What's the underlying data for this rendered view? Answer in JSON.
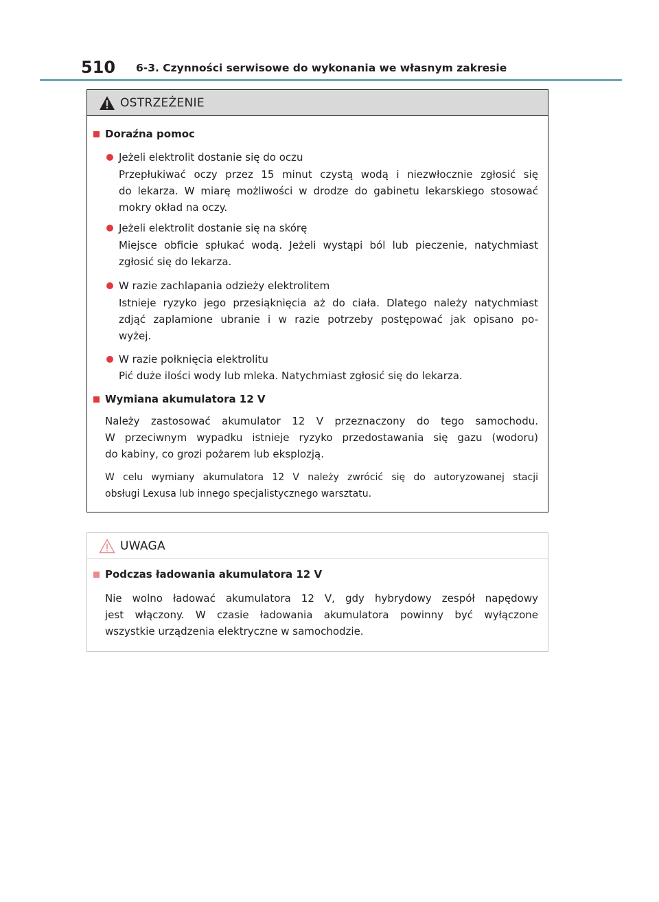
{
  "header": {
    "page_number": "510",
    "section_title": "6-3. Czynności serwisowe do wykonania we własnym zakresie"
  },
  "warning": {
    "title": "OSTRZEŻENIE",
    "first_aid": {
      "heading": "Doraźna pomoc",
      "items": [
        {
          "title": "Jeżeli elektrolit dostanie się do oczu",
          "lines": [
            "Przepłukiwać oczy przez 15 minut czystą wodą i niezwłocznie zgłosić się",
            "do lekarza. W miarę możliwości w drodze do gabinetu lekarskiego stosować",
            "mokry okład na oczy."
          ]
        },
        {
          "title": "Jeżeli elektrolit dostanie się na skórę",
          "lines": [
            "Miejsce obficie spłukać wodą. Jeżeli wystąpi ból lub pieczenie, natychmiast",
            "zgłosić się do lekarza."
          ]
        },
        {
          "title": "W razie zachlapania odzieży elektrolitem",
          "lines": [
            "Istnieje ryzyko jego przesiąknięcia aż do ciała. Dlatego należy natychmiast",
            "zdjąć zaplamione ubranie i w razie potrzeby postępować jak opisano po-",
            "wyżej."
          ]
        },
        {
          "title": "W razie połknięcia elektrolitu",
          "lines": [
            "Pić duże ilości wody lub mleka. Natychmiast zgłosić się do lekarza."
          ]
        }
      ]
    },
    "battery_replacement": {
      "heading": "Wymiana akumulatora 12 V",
      "paragraph1": [
        "Należy zastosować akumulator 12 V przeznaczony do tego samochodu.",
        "W przeciwnym wypadku istnieje ryzyko przedostawania się gazu (wodoru)",
        "do kabiny, co grozi pożarem lub eksplozją."
      ],
      "paragraph2": [
        "W celu wymiany akumulatora 12 V należy zwrócić się do autoryzowanej stacji",
        "obsługi Lexusa lub innego specjalistycznego warsztatu."
      ]
    }
  },
  "notice": {
    "title": "UWAGA",
    "heading": "Podczas ładowania akumulatora 12 V",
    "lines": [
      "Nie wolno ładować akumulatora 12 V, gdy hybrydowy zespół napędowy",
      "jest włączony. W czasie ładowania akumulatora powinny być wyłączone",
      "wszystkie urządzenia elektryczne w samochodzie."
    ]
  },
  "colors": {
    "header_rule": "#6fa6b8",
    "bullet_red": "#e03a3e",
    "bullet_pink": "#e88b8f",
    "warning_header_bg": "#d9d9d9"
  }
}
